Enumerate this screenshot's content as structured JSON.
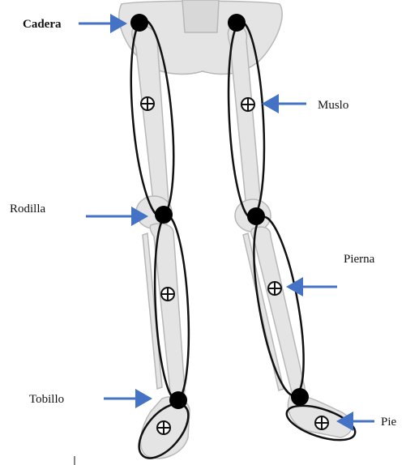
{
  "labels": {
    "cadera": "Cadera",
    "rodilla": "Rodilla",
    "tobillo": "Tobillo",
    "muslo": "Muslo",
    "pierna": "Pierna",
    "pie": "Pie"
  },
  "colors": {
    "arrow": "#4472c4",
    "outline": "#111111",
    "bone": "#e4e4e4",
    "bone_edge": "#b8b8b8",
    "joint": "#000000"
  }
}
